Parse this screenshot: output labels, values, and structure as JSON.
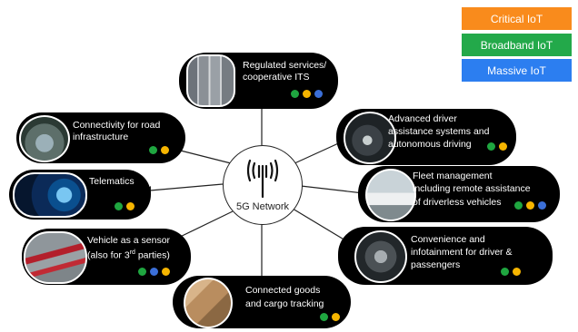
{
  "legend": {
    "critical": "Critical IoT",
    "broadband": "Broadband IoT",
    "massive": "Massive IoT",
    "colors": {
      "critical": "#f98b1c",
      "broadband": "#23a94a",
      "massive": "#2c7ef0"
    }
  },
  "hub": {
    "label": "5G Network",
    "icon": "signal-tower-icon"
  },
  "nodes": {
    "regulated": {
      "line1": "Regulated services/",
      "line2": "cooperative ITS",
      "dots": [
        "green",
        "orange",
        "blue"
      ]
    },
    "adas": {
      "line1": "Advanced driver",
      "line2": "assistance systems and",
      "line3": "autonomous driving",
      "dots": [
        "green",
        "orange"
      ]
    },
    "fleet": {
      "line1": "Fleet management",
      "line2": "including remote assistance",
      "line3": "of driverless vehicles",
      "dots": [
        "green",
        "orange",
        "blue"
      ]
    },
    "convenience": {
      "line1": "Convenience  and",
      "line2": "infotainment for driver &",
      "line3": "passengers",
      "dots": [
        "green",
        "orange"
      ]
    },
    "cargo": {
      "line1": "Connected goods",
      "line2": "and cargo tracking",
      "dots": [
        "green",
        "orange"
      ]
    },
    "sensor": {
      "line1": "Vehicle as  a sensor",
      "line2_pre": "(also for 3",
      "line2_sup": "rd",
      "line2_post": " parties)",
      "dots": [
        "green",
        "blue",
        "orange"
      ]
    },
    "telematics": {
      "line1": "Telematics",
      "dots": [
        "green",
        "orange"
      ]
    },
    "road": {
      "line1": "Connectivity for road",
      "line2": "infrastructure",
      "dots": [
        "green",
        "orange"
      ]
    }
  }
}
